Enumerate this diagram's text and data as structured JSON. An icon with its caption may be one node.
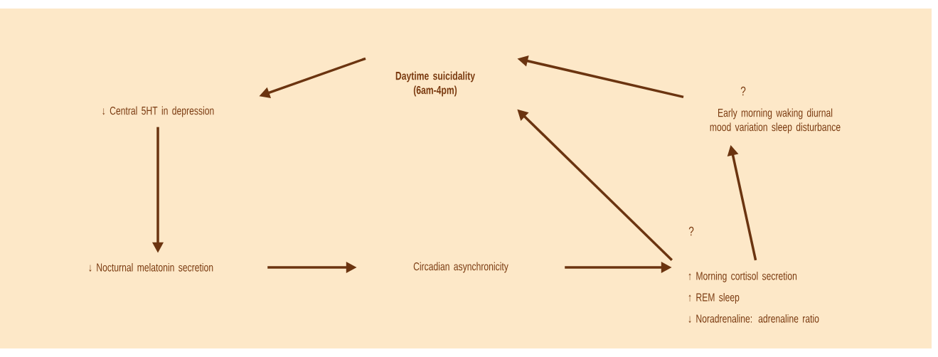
{
  "diagram": {
    "nodes": [
      {
        "text": [
          "Daytime suicidality (6am-4pm)"
        ]
      },
      {
        "text": [
          "↓ Central 5HT in depression"
        ]
      },
      {
        "text": [
          "↓ Nocturnal melatonin secretion"
        ]
      },
      {
        "text": [
          "Circadian asynchronicity"
        ]
      },
      {
        "text": [
          "↑ Morning cortisol secretion",
          "↑ REM sleep",
          "↓ Noradrenaline: adrenaline ratio"
        ]
      },
      {
        "text": [
          "Early morning waking diurnal mood variation sleep disturbance"
        ]
      }
    ],
    "edges": [
      {
        "from": 0,
        "to": 1,
        "arrow": "to"
      },
      {
        "from": 1,
        "to": 2,
        "arrow": "to"
      },
      {
        "from": 2,
        "to": 3,
        "arrow": "to"
      },
      {
        "from": 3,
        "to": 4,
        "arrow": "to"
      },
      {
        "from": 4,
        "to": 0,
        "arrow": "to",
        "label": "?"
      },
      {
        "from": 4,
        "to": 5,
        "arrow": "to"
      },
      {
        "from": 5,
        "to": 0,
        "arrow": "to",
        "label": "?"
      }
    ]
  }
}
